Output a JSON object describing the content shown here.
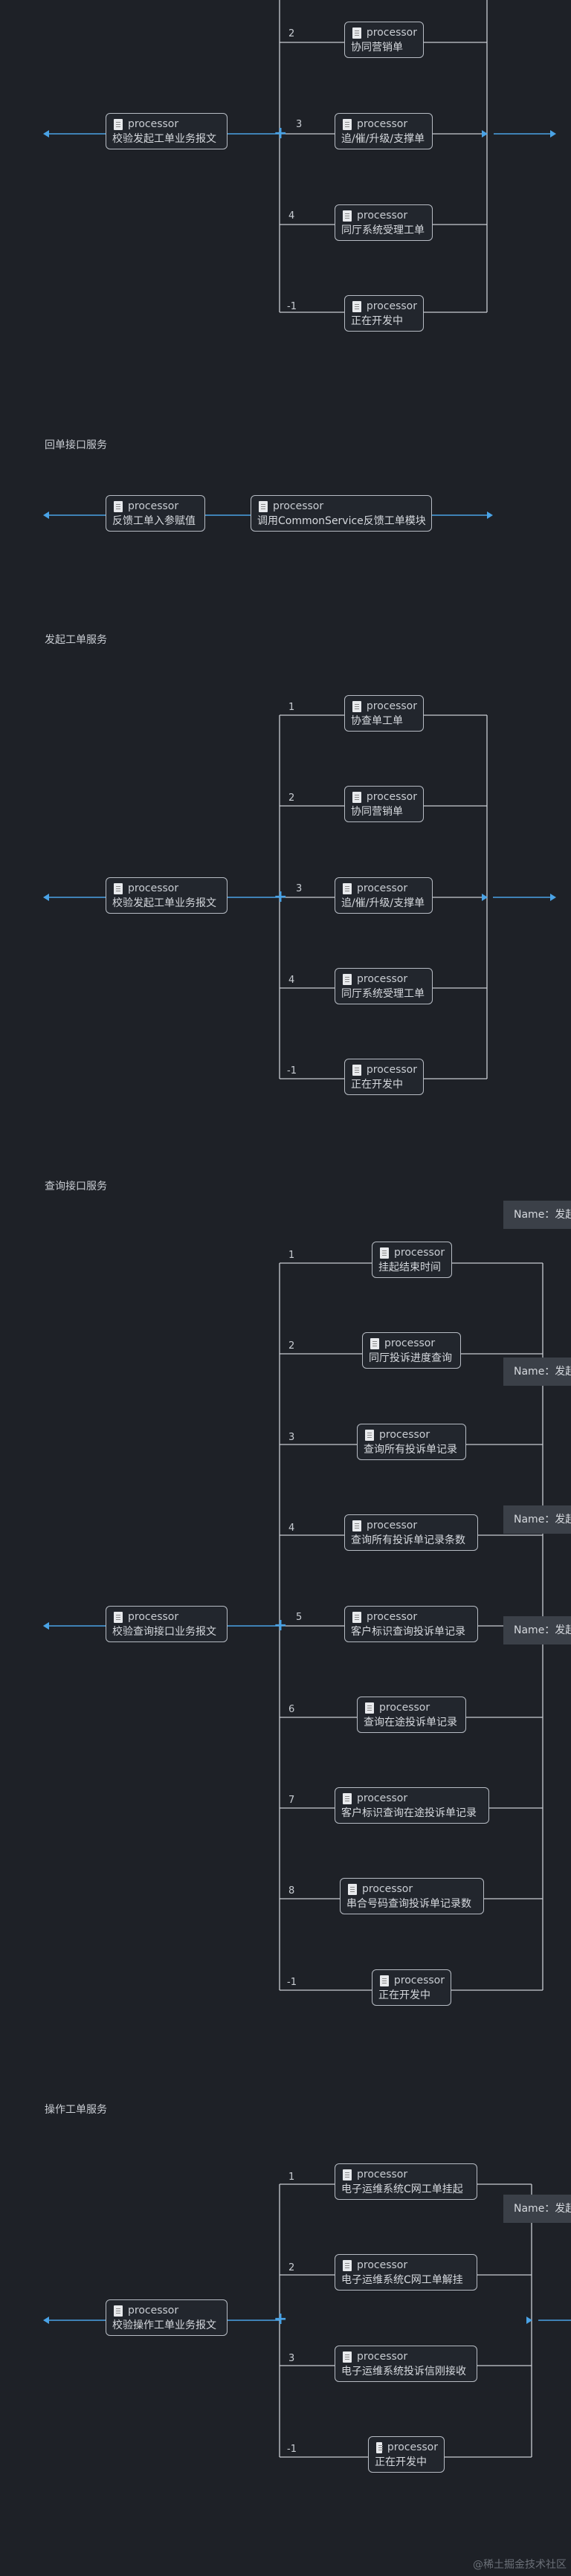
{
  "node_kind": "processor",
  "flows": [
    {
      "title": "",
      "left_arrow": true,
      "right_arrow": true,
      "junction": true,
      "main_node": "校验发起工单业务报文",
      "branches": [
        {
          "label": "2",
          "node": "协同营销单"
        },
        {
          "label": "3",
          "node": "追/催/升级/支撑单"
        },
        {
          "label": "4",
          "node": "同厅系统受理工单"
        },
        {
          "label": "-1",
          "node": "正在开发中"
        }
      ]
    },
    {
      "title": "回单接口服务",
      "chain": [
        "反馈工单入参赋值",
        "调用CommonService反馈工单模块"
      ]
    },
    {
      "title": "发起工单服务",
      "main_node": "校验发起工单业务报文",
      "branches": [
        {
          "label": "1",
          "node": "协查单工单"
        },
        {
          "label": "2",
          "node": "协同营销单"
        },
        {
          "label": "3",
          "node": "追/催/升级/支撑单"
        },
        {
          "label": "4",
          "node": "同厅系统受理工单"
        },
        {
          "label": "-1",
          "node": "正在开发中"
        }
      ]
    },
    {
      "title": "查询接口服务",
      "main_node": "校验查询接口业务报文",
      "branches": [
        {
          "label": "1",
          "node": "挂起结束时间"
        },
        {
          "label": "2",
          "node": "同厅投诉进度查询"
        },
        {
          "label": "3",
          "node": "查询所有投诉单记录"
        },
        {
          "label": "4",
          "node": "查询所有投诉单记录条数"
        },
        {
          "label": "5",
          "node": "客户标识查询投诉单记录"
        },
        {
          "label": "6",
          "node": "查询在途投诉单记录"
        },
        {
          "label": "7",
          "node": "客户标识查询在途投诉单记录"
        },
        {
          "label": "8",
          "node": "串合号码查询投诉单记录数"
        },
        {
          "label": "-1",
          "node": "正在开发中"
        }
      ]
    },
    {
      "title": "操作工单服务",
      "main_node": "校验操作工单业务报文",
      "branches": [
        {
          "label": "1",
          "node": "电子运维系统C网工单挂起"
        },
        {
          "label": "2",
          "node": "电子运维系统C网工单解挂"
        },
        {
          "label": "3",
          "node": "电子运维系统投诉信刚接收"
        },
        {
          "label": "-1",
          "node": "正在开发中"
        }
      ]
    }
  ],
  "name_badges": [
    "Name：发起",
    "Name：发起",
    "Name：发起",
    "Name：发起",
    "Name：发起"
  ],
  "watermark": "@稀土掘金技术社区",
  "colors": {
    "background": "#1e2127",
    "accent": "#4aa3e6",
    "line": "#c9cdd3",
    "badge": "#3b4048"
  }
}
